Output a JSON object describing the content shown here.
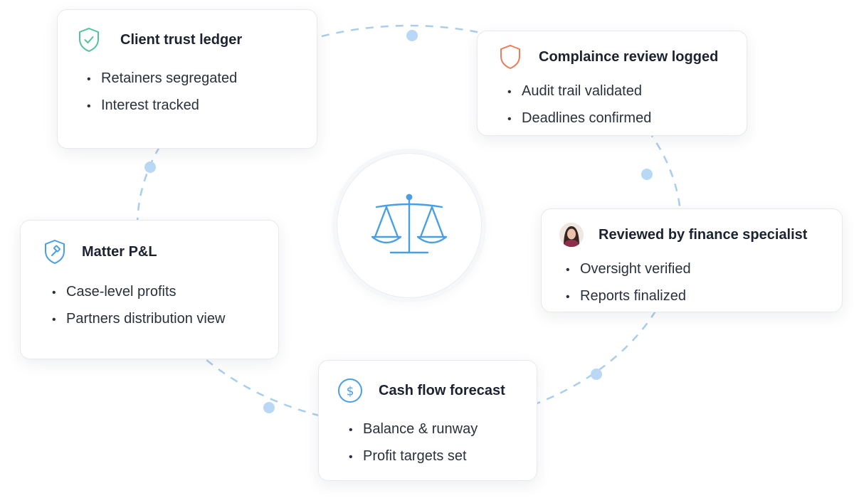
{
  "colors": {
    "ring": "#a9cdef",
    "node": "#b9d8f5",
    "accent_blue": "#4a9ee4",
    "shield_green": "#52c49a",
    "shield_orange": "#ea7c58"
  },
  "center": {
    "icon": "scales-icon"
  },
  "cards": {
    "trust": {
      "icon": "shield-check-icon",
      "title": "Client trust ledger",
      "items": [
        "Retainers segregated",
        "Interest tracked"
      ]
    },
    "compliance": {
      "icon": "shield-icon",
      "title": "Complaince review logged",
      "items": [
        "Audit trail validated",
        "Deadlines confirmed"
      ]
    },
    "matter": {
      "icon": "shield-gavel-icon",
      "title": "Matter P&L",
      "items": [
        "Case-level profits",
        "Partners distribution view"
      ]
    },
    "review": {
      "icon": "avatar",
      "title": "Reviewed by finance specialist",
      "items": [
        "Oversight verified",
        "Reports finalized"
      ]
    },
    "cash": {
      "icon": "dollar-icon",
      "title": "Cash flow forecast",
      "items": [
        "Balance & runway",
        "Profit targets set"
      ]
    }
  }
}
